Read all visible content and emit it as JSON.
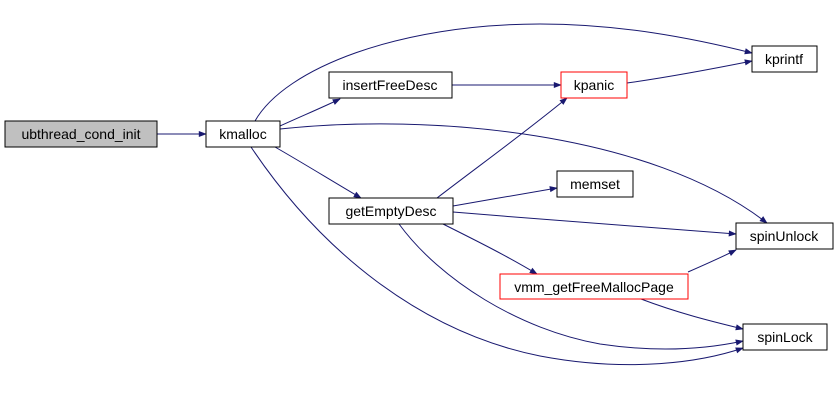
{
  "diagram": {
    "type": "call-graph",
    "colors": {
      "background": "#ffffff",
      "edge": "#191970",
      "node_border": "#000000",
      "highlight_border": "#ff0000",
      "root_fill": "#c0c0c0",
      "node_fill": "#ffffff",
      "text": "#000000"
    },
    "nodes": [
      {
        "id": "ubthread_cond_init",
        "label": "ubthread_cond_init",
        "style": "root"
      },
      {
        "id": "kmalloc",
        "label": "kmalloc",
        "style": "normal"
      },
      {
        "id": "insertFreeDesc",
        "label": "insertFreeDesc",
        "style": "normal"
      },
      {
        "id": "kpanic",
        "label": "kpanic",
        "style": "highlighted"
      },
      {
        "id": "kprintf",
        "label": "kprintf",
        "style": "normal"
      },
      {
        "id": "getEmptyDesc",
        "label": "getEmptyDesc",
        "style": "normal"
      },
      {
        "id": "memset",
        "label": "memset",
        "style": "normal"
      },
      {
        "id": "spinUnlock",
        "label": "spinUnlock",
        "style": "normal"
      },
      {
        "id": "vmm_getFreeMallocPage",
        "label": "vmm_getFreeMallocPage",
        "style": "highlighted"
      },
      {
        "id": "spinLock",
        "label": "spinLock",
        "style": "normal"
      }
    ],
    "edges": [
      {
        "from": "ubthread_cond_init",
        "to": "kmalloc"
      },
      {
        "from": "kmalloc",
        "to": "insertFreeDesc"
      },
      {
        "from": "kmalloc",
        "to": "kprintf"
      },
      {
        "from": "kmalloc",
        "to": "getEmptyDesc"
      },
      {
        "from": "kmalloc",
        "to": "spinUnlock"
      },
      {
        "from": "kmalloc",
        "to": "spinLock"
      },
      {
        "from": "insertFreeDesc",
        "to": "kpanic"
      },
      {
        "from": "kpanic",
        "to": "kprintf"
      },
      {
        "from": "getEmptyDesc",
        "to": "memset"
      },
      {
        "from": "getEmptyDesc",
        "to": "kpanic"
      },
      {
        "from": "getEmptyDesc",
        "to": "spinUnlock"
      },
      {
        "from": "getEmptyDesc",
        "to": "vmm_getFreeMallocPage"
      },
      {
        "from": "getEmptyDesc",
        "to": "spinLock"
      },
      {
        "from": "vmm_getFreeMallocPage",
        "to": "spinUnlock"
      },
      {
        "from": "vmm_getFreeMallocPage",
        "to": "spinLock"
      }
    ]
  }
}
